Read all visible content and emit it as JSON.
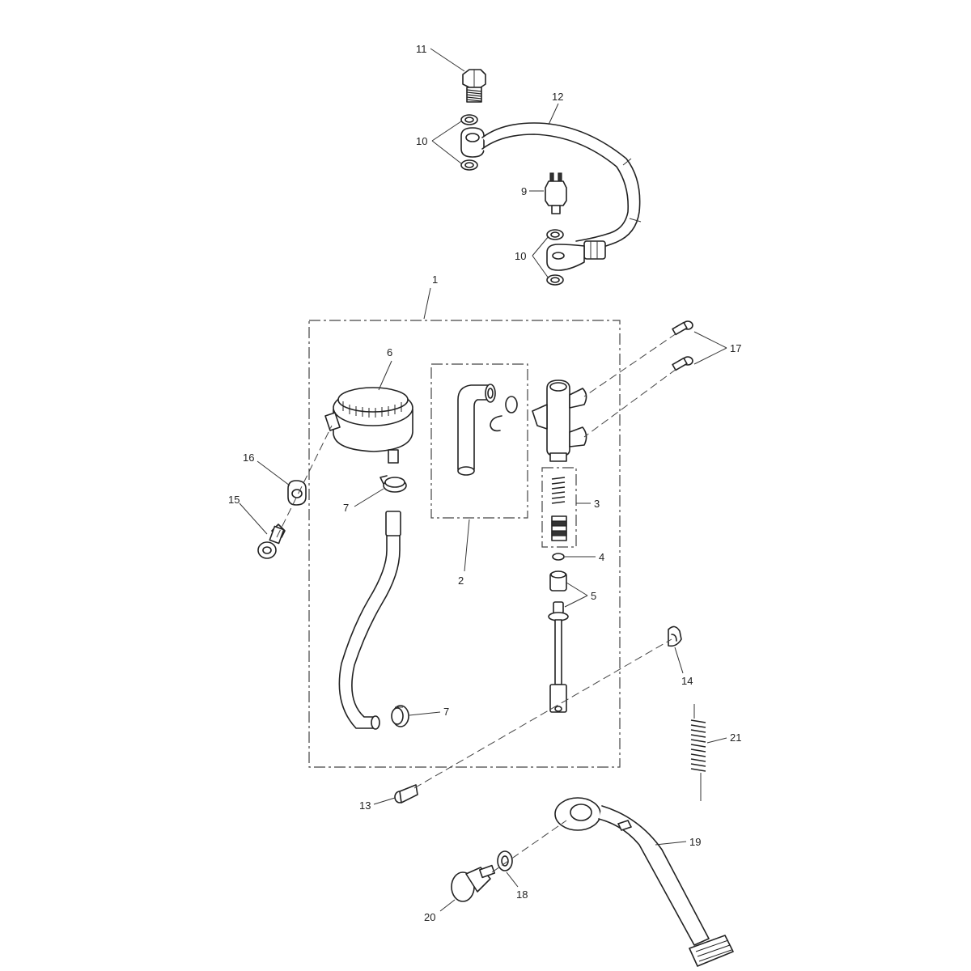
{
  "diagram": {
    "callouts": {
      "c1": "1",
      "c2": "2",
      "c3": "3",
      "c4": "4",
      "c5": "5",
      "c6": "6",
      "c7a": "7",
      "c7b": "7",
      "c9": "9",
      "c10a": "10",
      "c10b": "10",
      "c11": "11",
      "c12": "12",
      "c13": "13",
      "c14": "14",
      "c15": "15",
      "c16": "16",
      "c17": "17",
      "c18": "18",
      "c19": "19",
      "c20": "20",
      "c21": "21"
    }
  }
}
